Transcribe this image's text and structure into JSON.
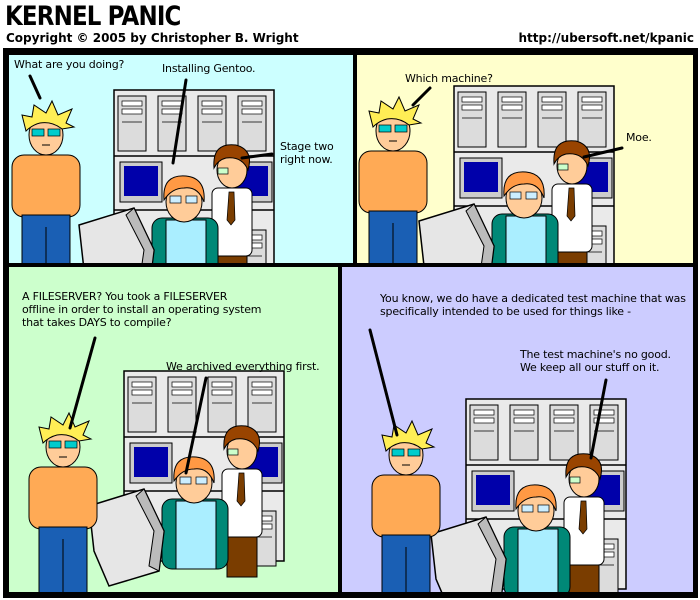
{
  "header": {
    "title": "KERNEL PANIC",
    "copyright": "Copyright © 2005 by Christopher B. Wright",
    "url": "http://ubersoft.net/kpanic"
  },
  "colors": {
    "panel1": "#ccffff",
    "panel2": "#ffffcc",
    "panel3": "#ccffcc",
    "panel4": "#ccccff"
  },
  "panels": [
    {
      "dialogue": [
        "What are you doing?",
        "Installing Gentoo.",
        "Stage two\nright now."
      ]
    },
    {
      "dialogue": [
        "Which machine?",
        "Moe."
      ]
    },
    {
      "dialogue": [
        "A FILESERVER? You took a FILESERVER\noffline in order to install an operating system\nthat takes DAYS to compile?",
        "We archived everything first."
      ]
    },
    {
      "dialogue": [
        "You know, we do have a dedicated test machine that was\nspecifically intended to be used for things like -",
        "The test machine's no good.\nWe keep all our stuff on it."
      ]
    }
  ]
}
